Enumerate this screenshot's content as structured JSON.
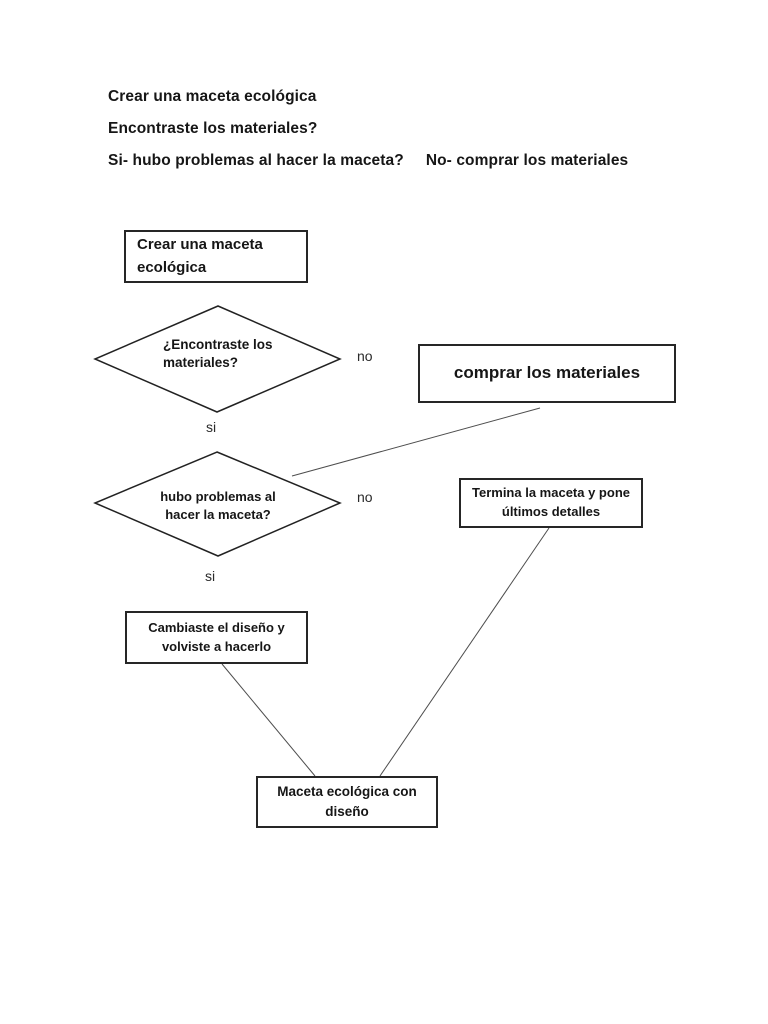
{
  "document": {
    "headings": {
      "line1": "Crear una maceta ecológica",
      "line2": "Encontraste los materiales?",
      "line3_si": "Si- hubo problemas al hacer la maceta?",
      "line3_no": "No- comprar los materiales"
    },
    "flowchart": {
      "type": "flowchart",
      "nodes": {
        "start": {
          "shape": "rectangle",
          "label": "Crear una maceta ecológica"
        },
        "decision_materials": {
          "shape": "diamond",
          "label": "¿Encontraste los materiales?"
        },
        "buy": {
          "shape": "rectangle",
          "label": "comprar los materiales"
        },
        "decision_problems": {
          "shape": "diamond",
          "label": "hubo problemas al hacer la maceta?"
        },
        "finish": {
          "shape": "rectangle",
          "label": "Termina la maceta y pone últimos detalles"
        },
        "redesign": {
          "shape": "rectangle",
          "label": "Cambiaste el diseño y volviste a hacerlo"
        },
        "result": {
          "shape": "rectangle",
          "label": "Maceta ecológica con diseño"
        }
      },
      "edge_labels": {
        "decision_materials_no": "no",
        "decision_materials_si": "si",
        "decision_problems_no": "no",
        "decision_problems_si": "si"
      },
      "edges": [
        {
          "from": "buy",
          "to": "decision_problems"
        },
        {
          "from": "finish",
          "to": "result"
        },
        {
          "from": "redesign",
          "to": "result"
        }
      ]
    },
    "colors": {
      "background": "#ffffff",
      "ink": "#161616",
      "box_border": "#262626",
      "connector": "#4d4d4d"
    }
  }
}
